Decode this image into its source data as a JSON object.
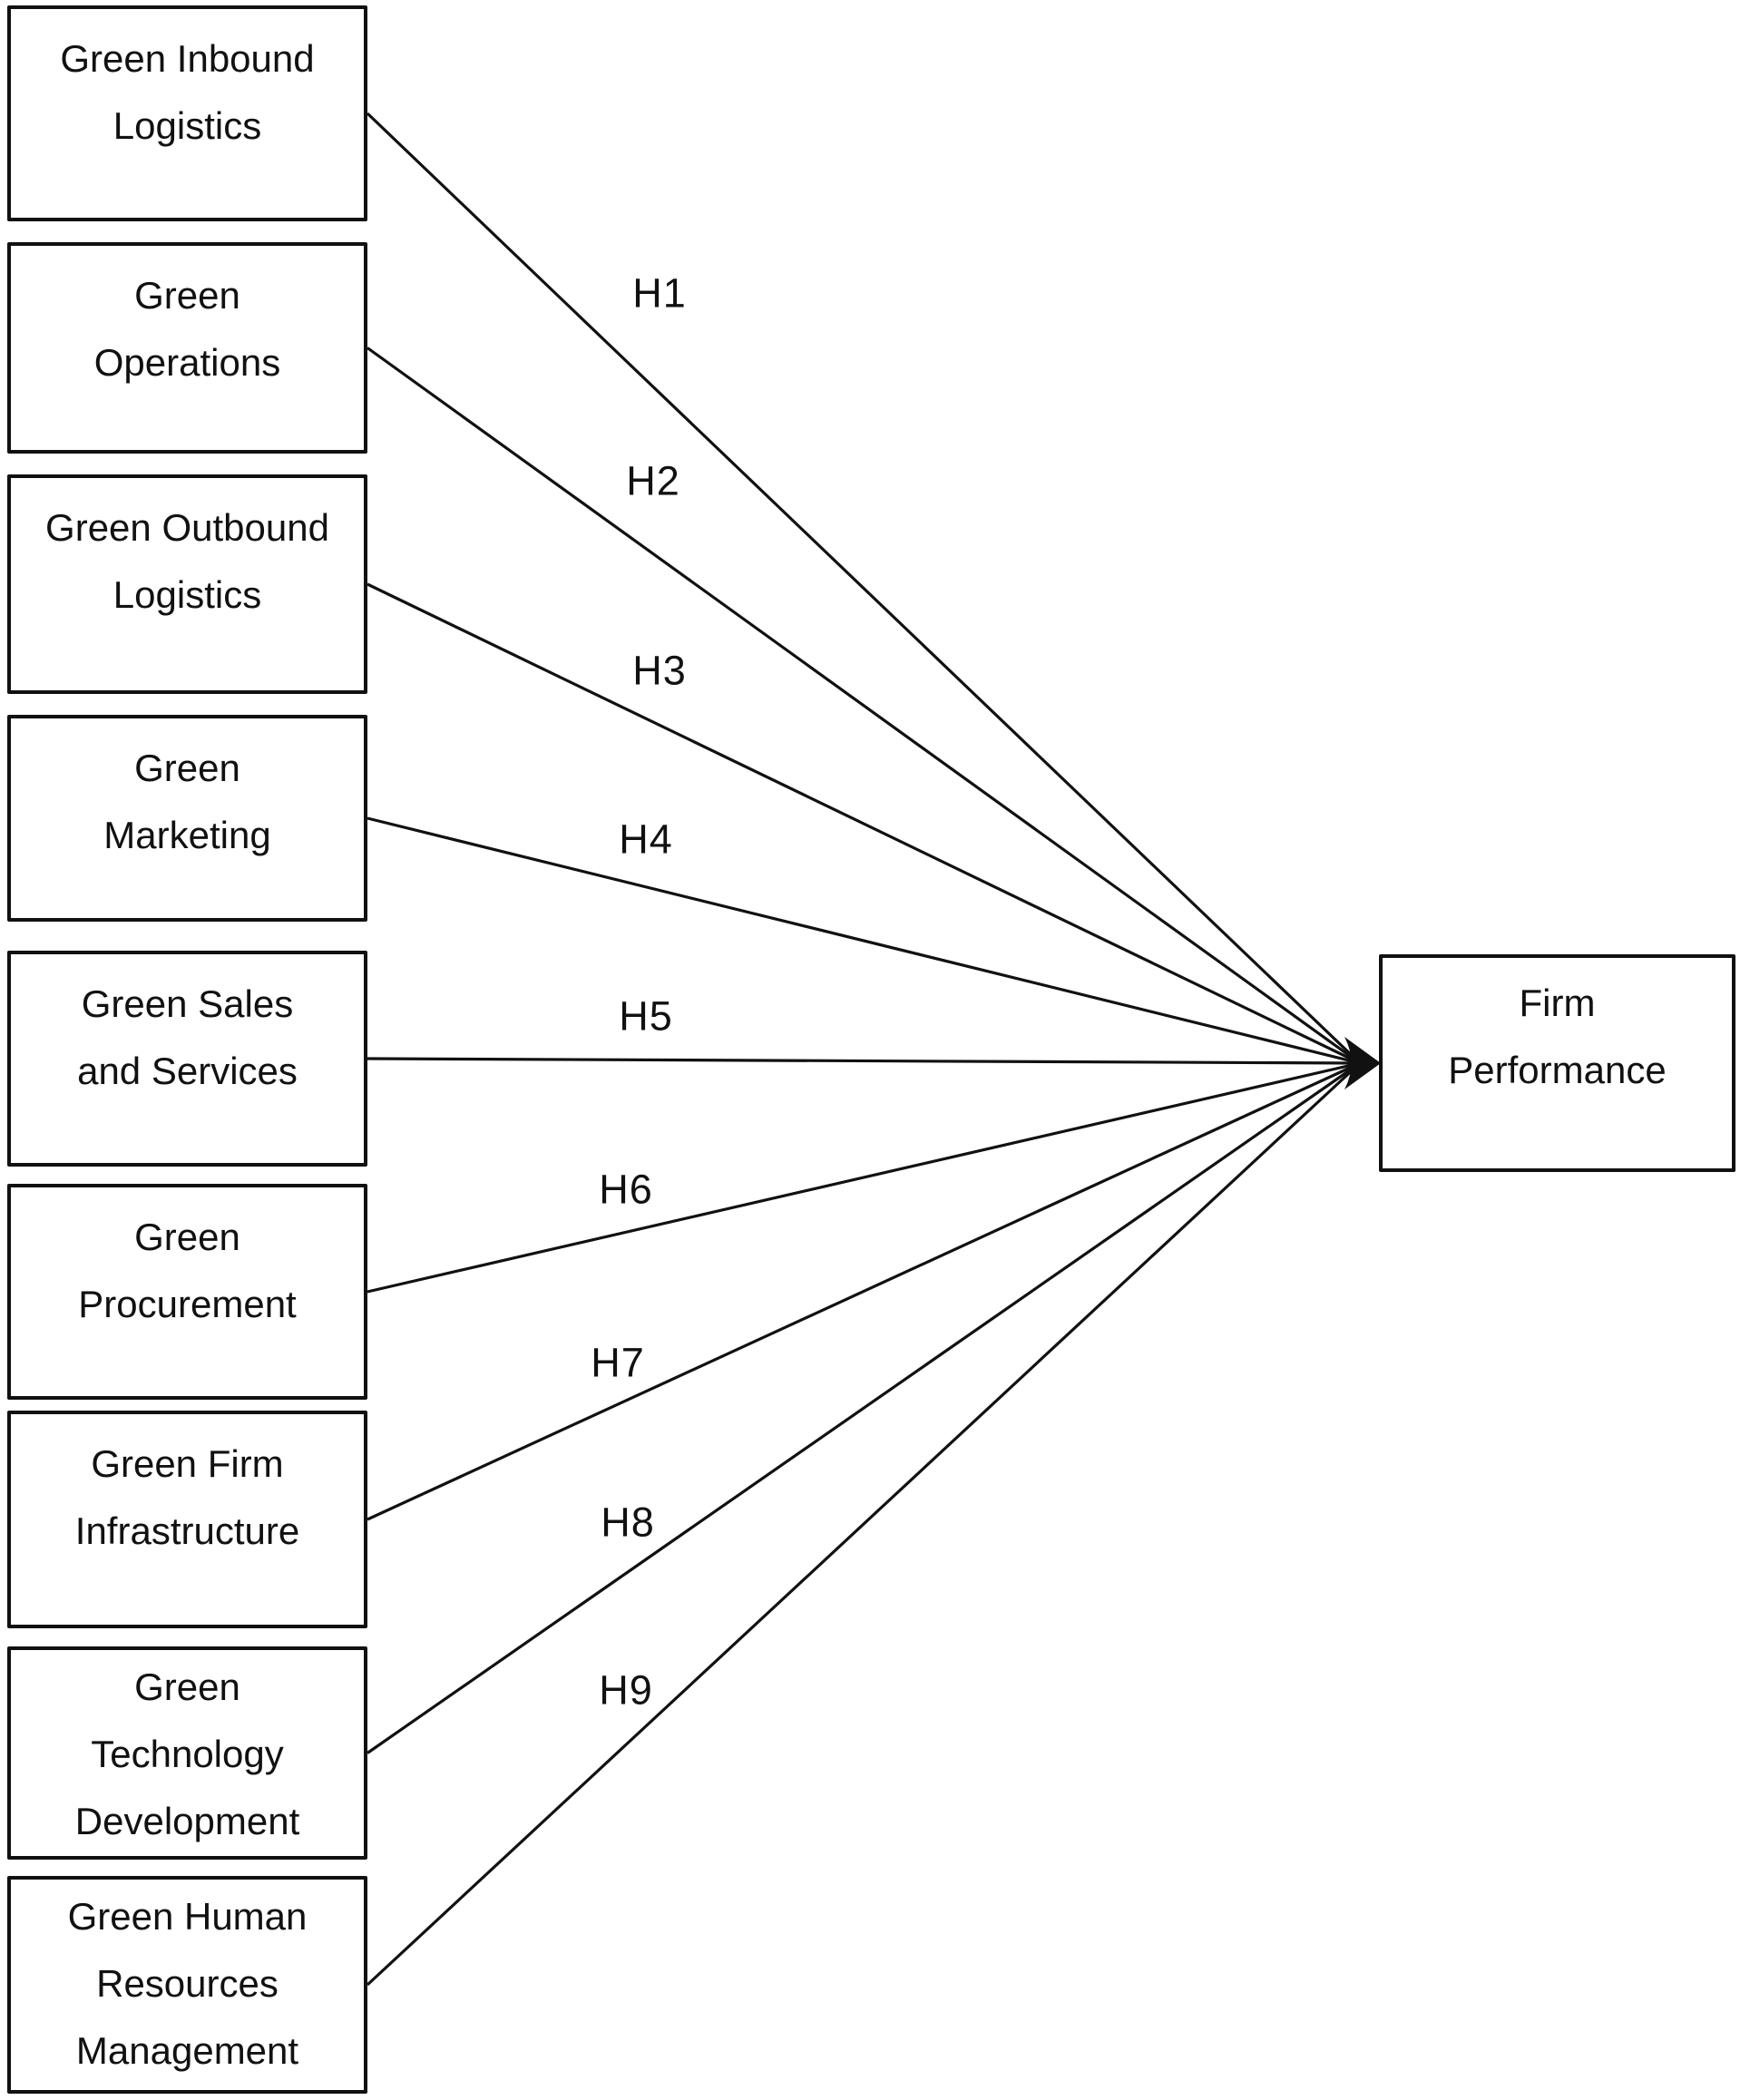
{
  "diagram": {
    "predictors": [
      {
        "hypothesis": "H1",
        "label_lines": [
          "Green Inbound",
          "Logistics"
        ]
      },
      {
        "hypothesis": "H2",
        "label_lines": [
          "Green",
          "Operations"
        ]
      },
      {
        "hypothesis": "H3",
        "label_lines": [
          "Green Outbound",
          "Logistics"
        ]
      },
      {
        "hypothesis": "H4",
        "label_lines": [
          "Green",
          "Marketing"
        ]
      },
      {
        "hypothesis": "H5",
        "label_lines": [
          "Green Sales",
          "and Services"
        ]
      },
      {
        "hypothesis": "H6",
        "label_lines": [
          "Green",
          "Procurement"
        ]
      },
      {
        "hypothesis": "H7",
        "label_lines": [
          "Green Firm",
          "Infrastructure"
        ]
      },
      {
        "hypothesis": "H8",
        "label_lines": [
          "Green",
          "Technology",
          "Development"
        ]
      },
      {
        "hypothesis": "H9",
        "label_lines": [
          "Green Human",
          "Resources",
          "Management"
        ]
      }
    ],
    "outcome": {
      "label_lines": [
        "Firm",
        "Performance"
      ]
    },
    "colors": {
      "ink": "#111111",
      "background": "#ffffff"
    }
  }
}
